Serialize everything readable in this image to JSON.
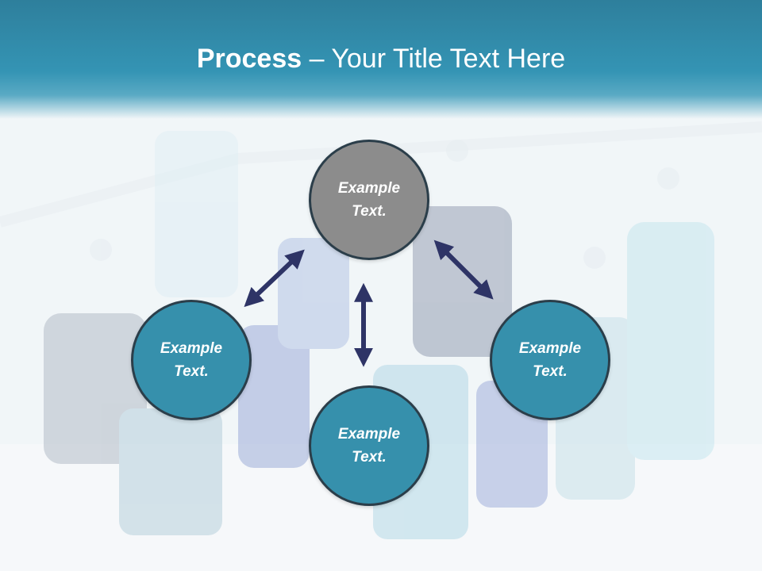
{
  "title": {
    "bold": "Process",
    "rest": " – Your Title Text Here"
  },
  "nodes": [
    {
      "label_line1": "Example",
      "label_line2": "Text.",
      "color": "#8c8c8c"
    },
    {
      "label_line1": "Example",
      "label_line2": "Text.",
      "color": "#3690ac"
    },
    {
      "label_line1": "Example",
      "label_line2": "Text.",
      "color": "#3690ac"
    },
    {
      "label_line1": "Example",
      "label_line2": "Text.",
      "color": "#3690ac"
    }
  ],
  "colors": {
    "header": "#3494b4",
    "arrow": "#2e3466",
    "node_border": "#2b3e4a"
  }
}
